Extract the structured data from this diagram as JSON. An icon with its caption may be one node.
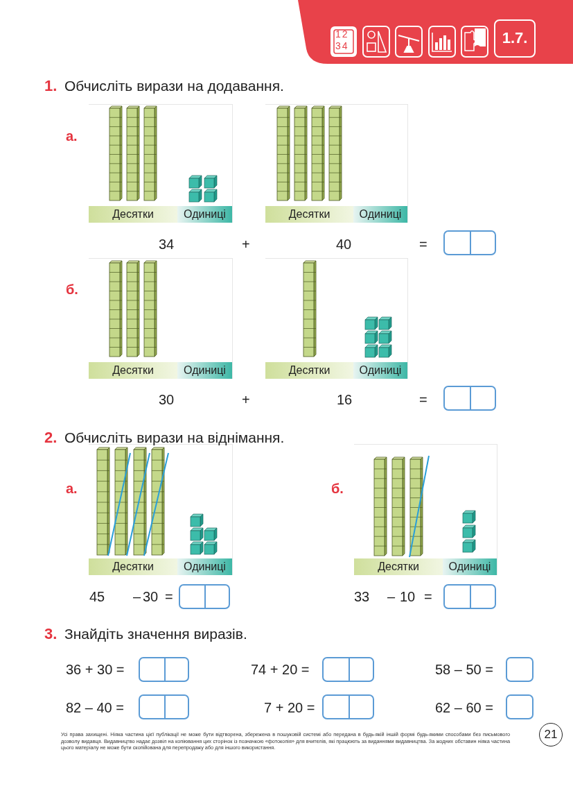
{
  "diagram": {
    "nodes": [
      {
        "text": [
          "Десятки",
          "Одиниці"
        ]
      },
      {
        "text": [
          "Десятки",
          "Одиниці"
        ]
      },
      {
        "text": [
          "Десятки",
          "Одиниці"
        ]
      },
      {
        "text": [
          "Десятки",
          "Одиниці"
        ]
      },
      {
        "text": [
          "Десятки",
          "Одиниці"
        ]
      },
      {
        "text": [
          "Десятки",
          "Одиниці"
        ]
      }
    ],
    "edges": [],
    "labels": [
      "12",
      "34",
      "1.7.",
      "1.",
      "Обчисліть вирази на додавання.",
      "а.",
      "34",
      "+",
      "40",
      "=",
      "б.",
      "30",
      "+",
      "16",
      "=",
      "2.",
      "Обчисліть вирази на віднімання.",
      "а.",
      "б.",
      "45",
      "–",
      "30",
      "=",
      "33",
      "–",
      "10",
      "=",
      "3.",
      "Знайдіть значення виразів.",
      "36 + 30 =",
      "74 + 20 =",
      "58 – 50 =",
      "82 – 40 =",
      "7 + 20 =",
      "62 – 60 =",
      "21",
      "Усі права захищені. Ніяка частина цієї публікації не може бути відтворена, збережена в пошуковій системі або передана в будь-якій іншій формі будь-якими способами без письмового дозволу видавця. Видавництво надає дозвіл на копіювання цих сторінок із позначкою «фотокопія» для вчителів, які працюють за виданнями видавництва. За жодних обставин ніяка частина цього матеріалу не може бути скопійована для перепродажу або для іншого використання."
    ]
  }
}
